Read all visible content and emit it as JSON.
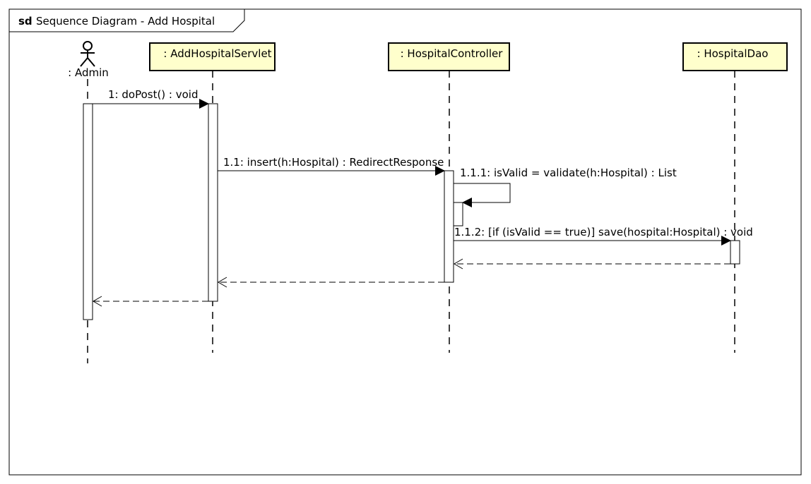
{
  "frame": {
    "keyword": "sd",
    "title": "Sequence Diagram - Add Hospital"
  },
  "actor": {
    "label": ": Admin"
  },
  "lifelines": [
    {
      "id": "servlet",
      "label": ": AddHospitalServlet"
    },
    {
      "id": "controller",
      "label": ": HospitalController"
    },
    {
      "id": "dao",
      "label": ": HospitalDao"
    }
  ],
  "messages": [
    {
      "id": "m1",
      "label": "1: doPost() : void"
    },
    {
      "id": "m11",
      "label": "1.1: insert(h:Hospital) : RedirectResponse"
    },
    {
      "id": "m111",
      "label": "1.1.1: isValid = validate(h:Hospital) : List"
    },
    {
      "id": "m112",
      "label": "1.1.2: [if (isValid == true)] save(hospital:Hospital) : void"
    }
  ],
  "colors": {
    "lifeline_box_fill": "#ffffcc",
    "lifeline_box_stroke": "#000000",
    "line": "#000000",
    "background": "#ffffff"
  }
}
